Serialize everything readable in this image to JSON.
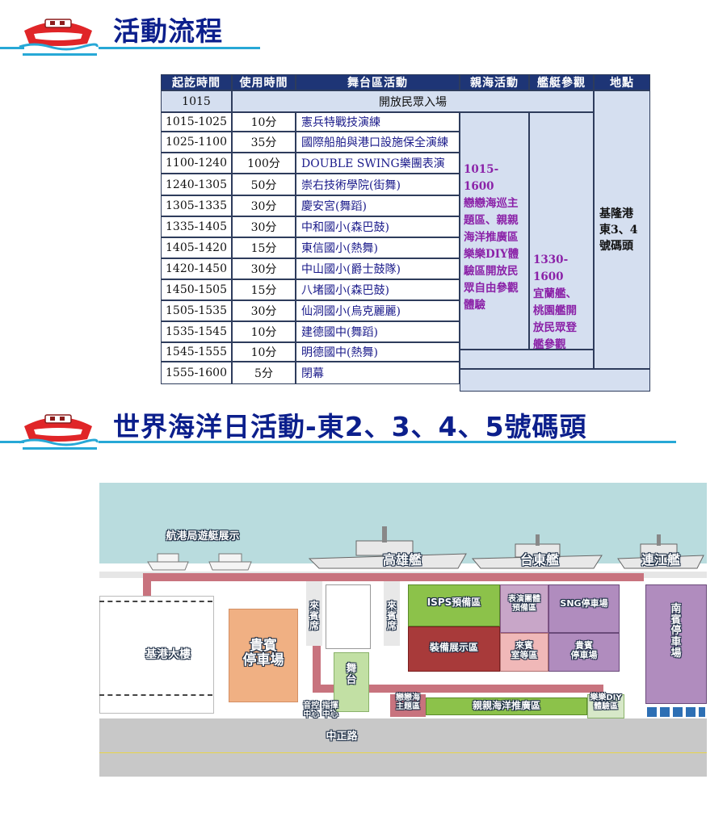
{
  "section1": {
    "title": "活動流程"
  },
  "schedule": {
    "headers": [
      "起訖時間",
      "使用時間",
      "舞台區活動",
      "親海活動",
      "艦艇參觀",
      "地點"
    ],
    "opening": {
      "time": "1015",
      "activity": "開放民眾入場"
    },
    "rows": [
      {
        "time": "1015-1025",
        "duration": "10分",
        "activity": "憲兵特戰技演練"
      },
      {
        "time": "1025-1100",
        "duration": "35分",
        "activity": "國際船舶與港口設施保全演練"
      },
      {
        "time": "1100-1240",
        "duration": "100分",
        "activity": "DOUBLE SWING樂團表演"
      },
      {
        "time": "1240-1305",
        "duration": "50分",
        "activity": "崇右技術學院(街舞)"
      },
      {
        "time": "1305-1335",
        "duration": "30分",
        "activity": "慶安宮(舞蹈)"
      },
      {
        "time": "1335-1405",
        "duration": "30分",
        "activity": "中和國小(森巴鼓)"
      },
      {
        "time": "1405-1420",
        "duration": "15分",
        "activity": "東信國小(熱舞)"
      },
      {
        "time": "1420-1450",
        "duration": "30分",
        "activity": "中山國小(爵士鼓隊)"
      },
      {
        "time": "1450-1505",
        "duration": "15分",
        "activity": "八堵國小(森巴鼓)"
      },
      {
        "time": "1505-1535",
        "duration": "30分",
        "activity": "仙洞國小(烏克麗麗)"
      },
      {
        "time": "1535-1545",
        "duration": "10分",
        "activity": "建德國中(舞蹈)"
      },
      {
        "time": "1545-1555",
        "duration": "10分",
        "activity": "明德國中(熱舞)"
      },
      {
        "time": "1555-1600",
        "duration": "5分",
        "activity": "閉幕"
      }
    ],
    "sea_activity": "1015-1600\n戀戀海巡主\n題區、親親\n海洋推廣區\n樂樂DIY體\n驗區開放民\n眾自由參觀\n體驗",
    "ship_visit": "1330-1600\n宜蘭艦、\n桃園艦開\n放民眾登\n艦參觀",
    "location": "基隆港\n東3、4\n號碼頭"
  },
  "section2": {
    "title": "世界海洋日活動-東2、3、4、5號碼頭"
  },
  "map": {
    "ship_exhibit": "航港局遊艇展示",
    "ship1": "高雄艦",
    "ship2": "台東艦",
    "ship3": "連江艦",
    "building": "基港大樓",
    "vip_parking": "貴賓\n停車場",
    "guest_seats_1": "來\n賓\n席",
    "guest_seats_2": "來\n賓\n席",
    "stage": "舞\n台",
    "isps": "ISPS預備區",
    "perf_prep": "表演團體\n預備區",
    "sng": "SNG停車場",
    "equipment": "裝備展示區",
    "vip_room": "來賓\n室等區",
    "vip_parking_2": "貴賓\n停車場",
    "south_parking": "南\n賓\n停\n車\n場",
    "theme_area": "戀戀海\n主題區",
    "promo_area": "親親海洋推廣區",
    "diy_area": "樂樂DIY\n體驗區",
    "control_center": "音控 指揮\n中心 中心",
    "road": "中正路"
  }
}
